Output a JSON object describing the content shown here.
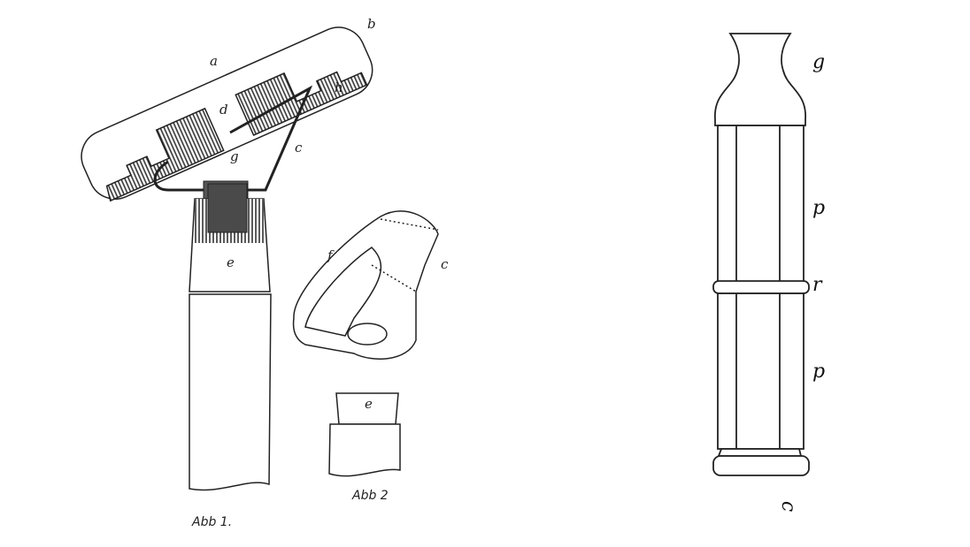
{
  "figure1": {
    "caption": "Abb 1.",
    "labels": {
      "a": "a",
      "b": "b",
      "h": "h",
      "d": "d",
      "g": "g",
      "c": "c",
      "e": "e"
    }
  },
  "figure2": {
    "caption": "Abb 2",
    "labels": {
      "f": "f",
      "c": "c",
      "e": "e"
    }
  },
  "figure3": {
    "labels": {
      "top": "g",
      "upper": "p",
      "ring": "r",
      "lower": "p",
      "bottom": "c"
    }
  }
}
